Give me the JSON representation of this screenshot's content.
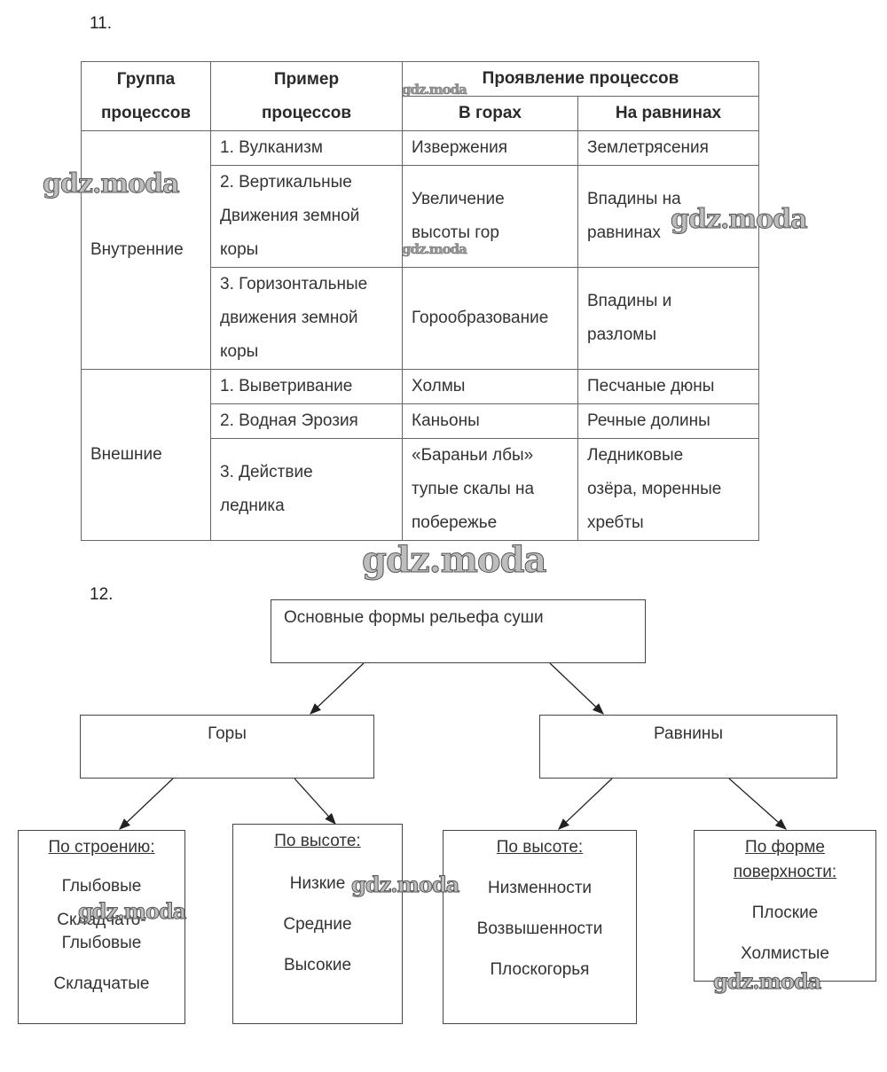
{
  "task11": {
    "number": "11.",
    "headers": {
      "group": [
        "Группа",
        "процессов"
      ],
      "example": [
        "Пример",
        "процессов"
      ],
      "manifestation": "Проявление процессов",
      "mountains": "В горах",
      "plains": "На равнинах"
    },
    "groups": [
      {
        "name": "Внутренние",
        "rows": [
          {
            "example": [
              "1. Вулканизм"
            ],
            "mountains": [
              "Извержения"
            ],
            "plains": [
              "Землетрясения"
            ]
          },
          {
            "example": [
              "2. Вертикальные",
              "Движения земной",
              "коры"
            ],
            "mountains": [
              "Увеличение",
              "высоты гор"
            ],
            "plains": [
              "Впадины на",
              "равнинах"
            ]
          },
          {
            "example": [
              "3. Горизонтальные",
              "движения земной",
              "коры"
            ],
            "mountains": [
              "Горообразование"
            ],
            "plains": [
              "Впадины и",
              "разломы"
            ]
          }
        ]
      },
      {
        "name": "Внешние",
        "rows": [
          {
            "example": [
              "1. Выветривание"
            ],
            "mountains": [
              "Холмы"
            ],
            "plains": [
              "Песчаные дюны"
            ]
          },
          {
            "example": [
              "2. Водная Эрозия"
            ],
            "mountains": [
              "Каньоны"
            ],
            "plains": [
              "Речные долины"
            ]
          },
          {
            "example": [
              "3. Действие",
              "ледника"
            ],
            "mountains": [
              "«Бараньи лбы»",
              "тупые скалы на",
              "побережье"
            ],
            "plains": [
              "Ледниковые",
              "озёра, моренные",
              "хребты"
            ]
          }
        ]
      }
    ]
  },
  "task12": {
    "number": "12.",
    "root": "Основные формы рельефа суши",
    "mountains": {
      "title": "Горы",
      "by_structure": {
        "heading": "По строению:",
        "items": [
          "Глыбовые",
          "Складчато-",
          "Глыбовые",
          "Складчатые"
        ]
      },
      "by_height": {
        "heading": "По высоте:",
        "items": [
          "Низкие",
          "Средние",
          "Высокие"
        ]
      }
    },
    "plains": {
      "title": "Равнины",
      "by_height": {
        "heading": "По высоте:",
        "items": [
          "Низменности",
          "Возвышенности",
          "Плоскогорья"
        ]
      },
      "by_surface": {
        "heading": [
          "По форме",
          "поверхности:"
        ],
        "items": [
          "Плоские",
          "Холмистые"
        ]
      }
    }
  },
  "watermark": "gdz.moda"
}
